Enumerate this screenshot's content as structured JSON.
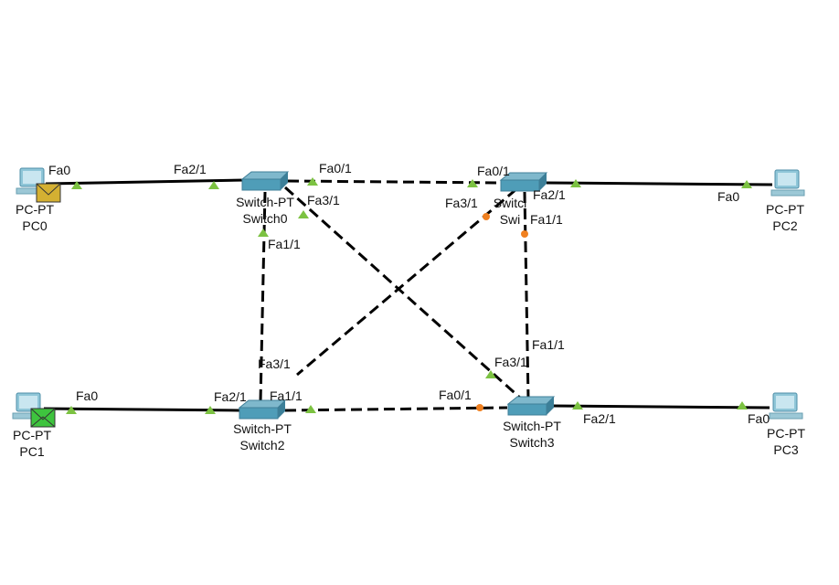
{
  "colors": {
    "link_up": "#7cc242",
    "link_blocked": "#f08020",
    "device": "#4f9db8",
    "envelope_pending": "#d4b032",
    "envelope_success": "#3ec43e"
  },
  "devices": {
    "pc0": {
      "type": "PC-PT",
      "name": "PC0"
    },
    "pc1": {
      "type": "PC-PT",
      "name": "PC1"
    },
    "pc2": {
      "type": "PC-PT",
      "name": "PC2"
    },
    "pc3": {
      "type": "PC-PT",
      "name": "PC3"
    },
    "switch0": {
      "type": "Switch-PT",
      "name": "Switch0"
    },
    "switch1": {
      "type": "Switcl",
      "name": "Swi"
    },
    "switch2": {
      "type": "Switch-PT",
      "name": "Switch2"
    },
    "switch3": {
      "type": "Switch-PT",
      "name": "Switch3"
    }
  },
  "ports": {
    "pc0_fa0": "Fa0",
    "sw0_fa21": "Fa2/1",
    "sw0_fa01": "Fa0/1",
    "sw0_fa31": "Fa3/1",
    "sw0_fa11": "Fa1/1",
    "sw1_fa01": "Fa0/1",
    "sw1_fa31": "Fa3/1",
    "sw1_fa21": "Fa2/1",
    "sw1_fa11": "Fa1/1",
    "pc2_fa0": "Fa0",
    "sw2_fa31": "Fa3/1",
    "sw2_fa21": "Fa2/1",
    "sw2_fa11": "Fa1/1",
    "pc1_fa0": "Fa0",
    "sw3_fa11": "Fa1/1",
    "sw3_fa31": "Fa3/1",
    "sw3_fa01": "Fa0/1",
    "sw3_fa21": "Fa2/1",
    "pc3_fa0": "Fa0"
  }
}
